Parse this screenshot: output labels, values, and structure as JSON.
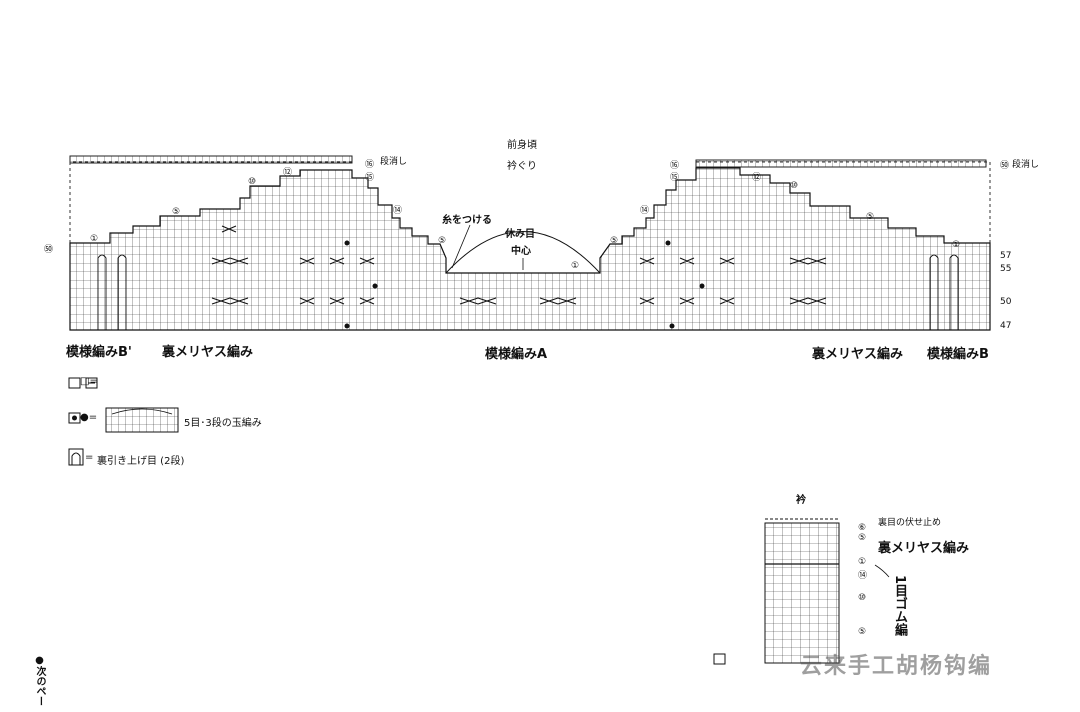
{
  "header": {
    "title": "前身頃",
    "subtitle": "衿ぐり"
  },
  "labels": {
    "dankeshi_left": "段消し",
    "dankeshi_right": "段消し",
    "ito_wo_tsukeru": "糸をつける",
    "yasumime": "休み目",
    "chushin": "中心",
    "pattern_b_prime": "模様編みB'",
    "ura_left": "裏メリヤス編み",
    "pattern_a": "模様編みA",
    "ura_right": "裏メリヤス編み",
    "pattern_b": "模様編みB"
  },
  "row_numbers": {
    "r16": "⑯",
    "r15": "⑮",
    "r14": "⑭",
    "r12": "⑫",
    "r10": "⑩",
    "r5": "⑤",
    "r1": "①",
    "r58": "㊿",
    "r57": "57",
    "r55": "55",
    "r50": "50",
    "r47": "47"
  },
  "legend": {
    "items": [
      {
        "symbol": "□=",
        "desc": ""
      },
      {
        "symbol": "●=",
        "desc": "5目･3段の玉編み"
      },
      {
        "symbol": "=",
        "desc": "裏引き上げ目 (2段)"
      }
    ]
  },
  "collar": {
    "title": "衿",
    "bind_off": "裏目の伏せ止め",
    "ura": "裏メリヤス編み",
    "rib": "1目ゴム編",
    "rows": [
      "⑥",
      "⑤",
      "①",
      "⑭",
      "⑩",
      "⑤"
    ]
  },
  "side_note": "●次のペー",
  "watermark": "云来手工胡杨钩编"
}
